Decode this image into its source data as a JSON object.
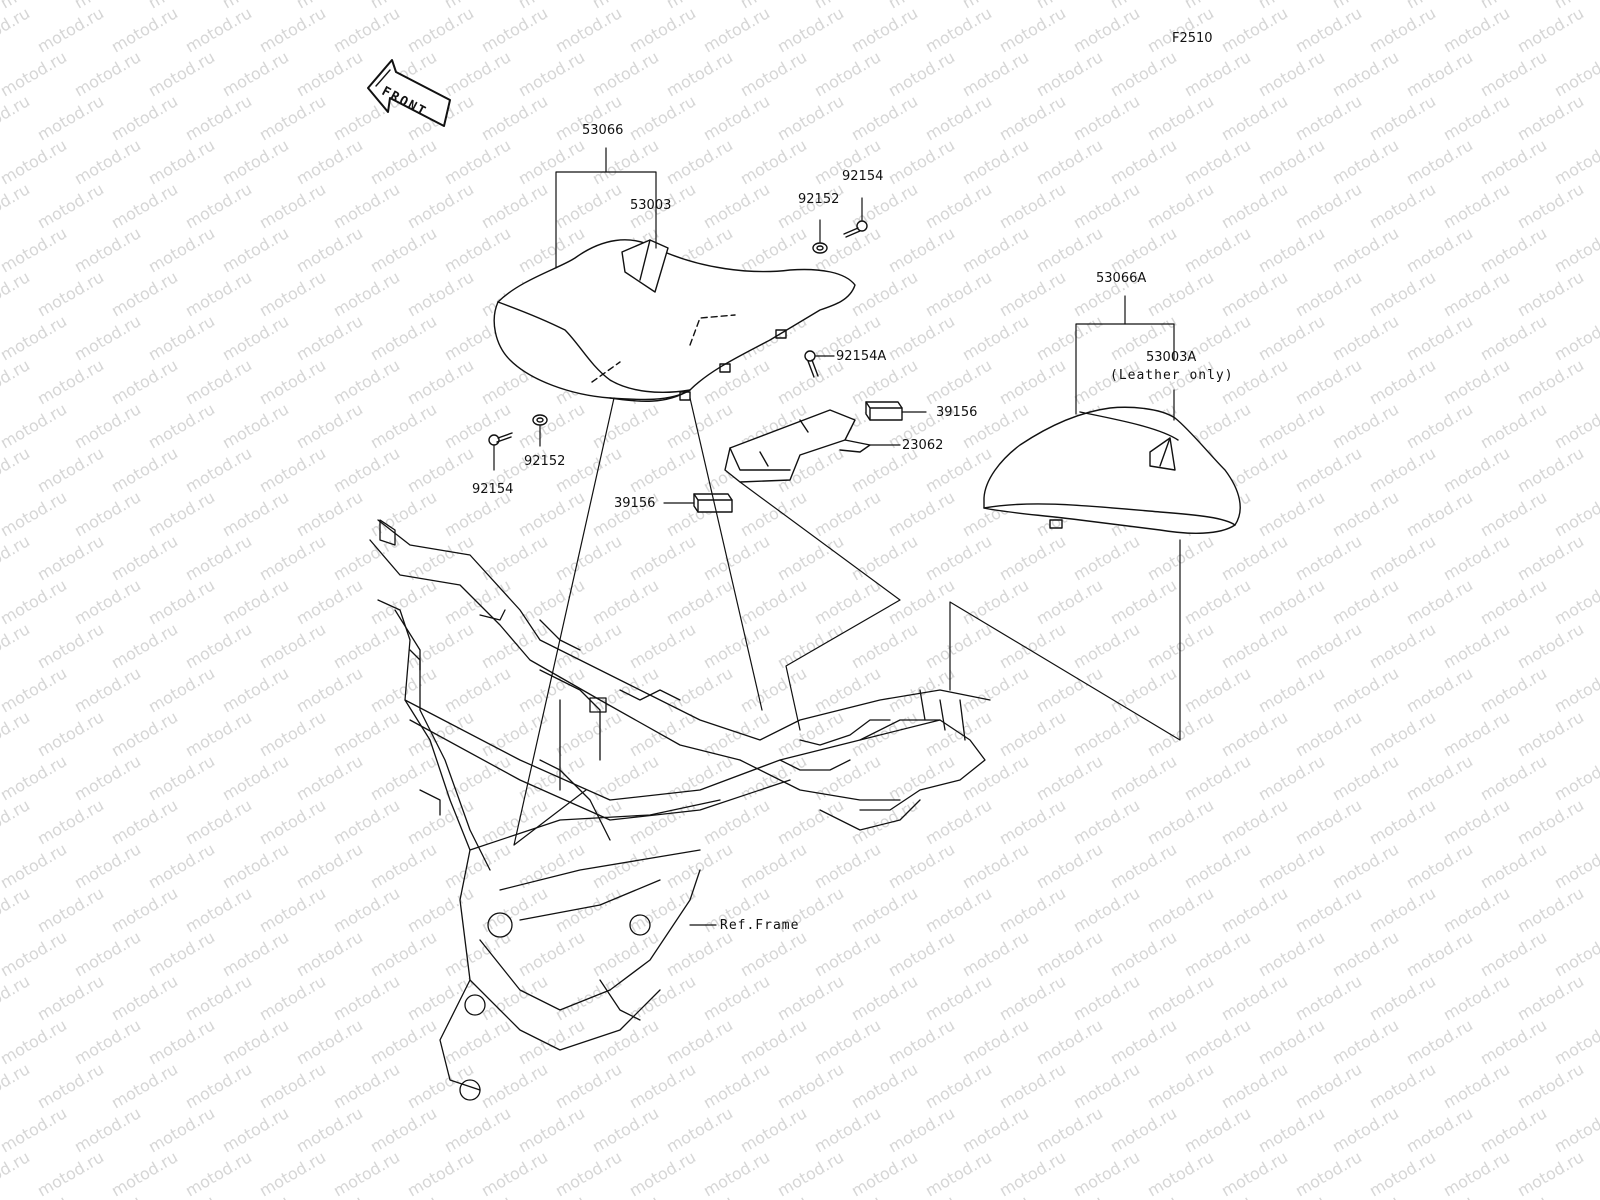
{
  "figure_code": "F2510",
  "direction_label": "FRONT",
  "watermark_text": "motod.ru",
  "callouts": {
    "seat_assy_front": "53066",
    "seat_front": "53003",
    "bolt_top": "92154",
    "collar_top": "92152",
    "bolt_left": "92154",
    "collar_left": "92152",
    "bolt_bracket": "92154A",
    "damper_right": "39156",
    "bracket": "23062",
    "damper_left": "39156",
    "seat_assy_rear": "53066A",
    "seat_rear": "53003A",
    "seat_rear_note": "(Leather only)",
    "frame_ref": "Ref.Frame"
  },
  "colors": {
    "line": "#111111",
    "watermark": "#d6d6d6"
  }
}
